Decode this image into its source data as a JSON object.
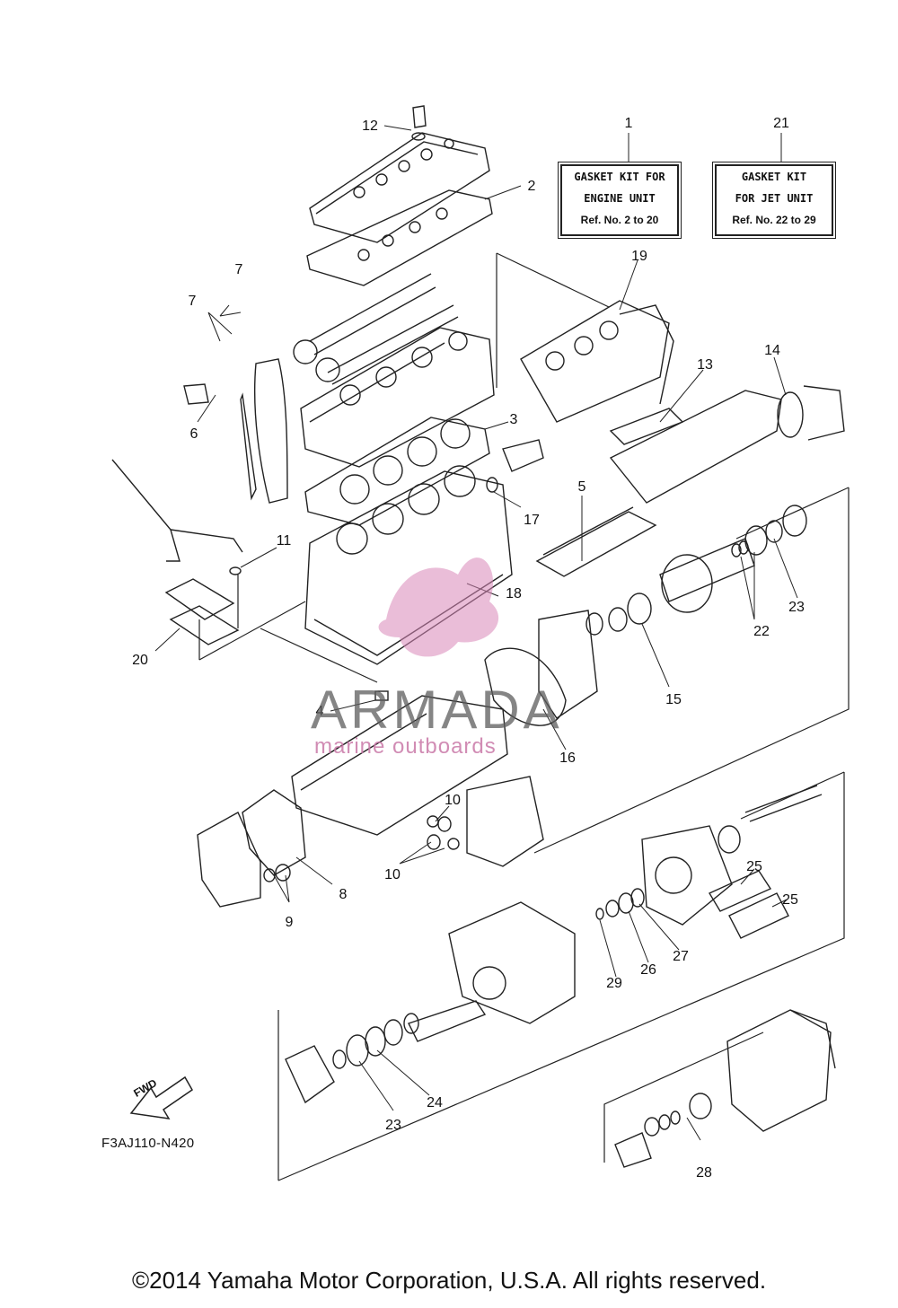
{
  "kit_boxes": [
    {
      "ref_number": "1",
      "line1": "GASKET KIT FOR",
      "line2": "ENGINE UNIT",
      "line3": "Ref. No. 2 to 20"
    },
    {
      "ref_number": "21",
      "line1": "GASKET KIT",
      "line2": "FOR JET UNIT",
      "line3": "Ref. No. 22 to 29"
    }
  ],
  "callouts": [
    "1",
    "2",
    "3",
    "4",
    "5",
    "6",
    "7",
    "7",
    "8",
    "9",
    "10",
    "10",
    "11",
    "12",
    "13",
    "14",
    "15",
    "16",
    "17",
    "18",
    "19",
    "20",
    "21",
    "22",
    "23",
    "23",
    "24",
    "25",
    "25",
    "26",
    "27",
    "28",
    "29"
  ],
  "fwd_label": "FWD",
  "diagram_code": "F3AJ110-N420",
  "watermark": {
    "brand": "ARMADA",
    "tagline": "marine outboards"
  },
  "copyright": "©2014 Yamaha Motor Corporation, U.S.A. All rights reserved."
}
